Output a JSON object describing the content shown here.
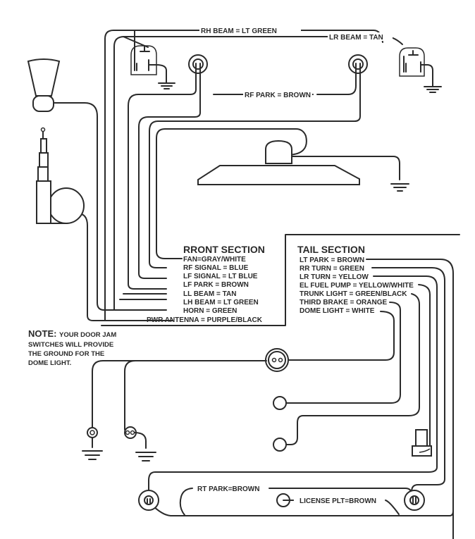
{
  "diagram": {
    "type": "automotive wiring diagram",
    "top_labels": {
      "rh_beam": "RH  BEAM = LT GREEN",
      "lr_beam": "LR  BEAM = TAN",
      "rf_park": "RF PARK = BROWN"
    },
    "front_section": {
      "title": "RRONT SECTION",
      "items": [
        "FAN=GRAY/WHITE",
        "RF SIGNAL = BLUE",
        "LF SIGNAL = LT BLUE",
        "LF PARK = BROWN",
        "LL BEAM = TAN",
        "LH BEAM = LT GREEN",
        "HORN = GREEN",
        "PWR ANTENNA = PURPLE/BLACK"
      ]
    },
    "tail_section": {
      "title": "TAIL SECTION",
      "items": [
        "LT PARK = BROWN",
        "RR TURN = GREEN",
        "LR TURN = YELLOW",
        "EL FUEL PUMP = YELLOW/WHITE",
        "TRUNK LIGHT = GREEN/BLACK",
        "THIRD BRAKE = ORANGE",
        "DOME LIGHT = WHITE"
      ]
    },
    "note": {
      "heading": "NOTE:",
      "line1": "YOUR DOOR JAM",
      "line2": "SWITCHES WILL PROVIDE",
      "line3": "THE GROUND FOR THE",
      "line4": "DOME LIGHT."
    },
    "bottom_labels": {
      "rt_park": "RT PARK=BROWN",
      "license_plt": "LICENSE PLT=BROWN"
    },
    "components": [
      "horn-icon",
      "power-antenna-icon",
      "headlight-relay-left-icon",
      "headlight-relay-right-icon",
      "rf-park-light-icon",
      "lf-park-light-icon",
      "fan-icon",
      "ground-icon",
      "dome-light-icon",
      "door-jam-switch-icon",
      "trunk-light-icon",
      "third-brake-icon",
      "fuel-pump-icon",
      "tail-light-icon",
      "license-plate-light-icon"
    ],
    "line_color": "#2a2a2a"
  }
}
